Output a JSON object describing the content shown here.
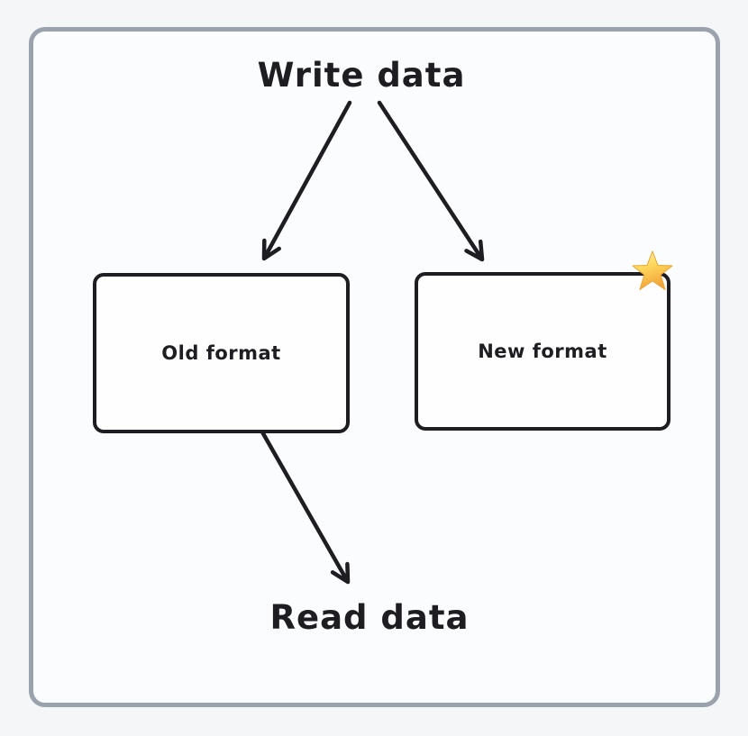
{
  "diagram": {
    "title_top": "Write data",
    "title_bottom": "Read data",
    "nodes": [
      {
        "label": "Old format"
      },
      {
        "label": "New format",
        "badge_icon": "star"
      }
    ],
    "edges": [
      {
        "from": "Write data",
        "to": "Old format"
      },
      {
        "from": "Write data",
        "to": "New format"
      },
      {
        "from": "Old format",
        "to": "Read data"
      }
    ],
    "colors": {
      "ink": "#1d1d22",
      "frame_border": "#9aa2ae",
      "canvas_outer": "#f5f6f8",
      "canvas_inner": "#fbfcfd",
      "node_fill": "#fefefe",
      "star_gold_light": "#ffe9a0",
      "star_gold_dark": "#f2a43a"
    }
  }
}
